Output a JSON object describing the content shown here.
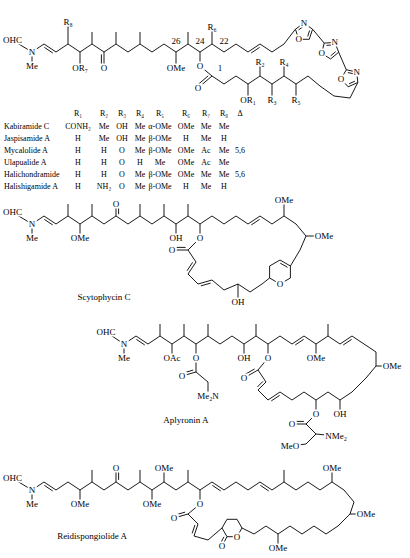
{
  "diagram": {
    "labels": [
      "OHC",
      "N",
      "Me",
      "R₈",
      "OR₇",
      "O",
      "26",
      "OMe",
      "24",
      "22",
      "R₆",
      "O",
      "1",
      "O",
      "OR₁",
      "R₂",
      "R₃",
      "R₄",
      "R₅",
      "O",
      "N",
      "O",
      "N",
      "O",
      "N",
      "R₁",
      "R₂",
      "R₃",
      "R₄",
      "R₅",
      "R₆",
      "R₇",
      "R₈",
      "Δ",
      "Kabiramide C",
      "CONH₂",
      "Me",
      "OH",
      "Me",
      "α-OMe",
      "OMe",
      "Me",
      "Me",
      "Jaspisamide A",
      "H",
      "Me",
      "OH",
      "Me",
      "β-OMe",
      "H",
      "Me",
      "H",
      "Mycalolide A",
      "H",
      "H",
      "O",
      "Me",
      "β-OMe",
      "OMe",
      "Ac",
      "Me",
      "5,6",
      "Ulapualide A",
      "H",
      "H",
      "O",
      "H",
      "Me",
      "OMe",
      "Ac",
      "Me",
      "Halichondramide",
      "H",
      "H",
      "O",
      "Me",
      "β-OMe",
      "OMe",
      "Me",
      "Me",
      "5,6",
      "Halishigamide A",
      "H",
      "NH₂",
      "O",
      "Me",
      "β-OMe",
      "H",
      "Me",
      "H",
      "OHC",
      "N",
      "Me",
      "OMe",
      "O",
      "OH",
      "O",
      "O",
      "OMe",
      "OMe",
      "O",
      "OH",
      "Scytophycin C",
      "OHC",
      "N",
      "Me",
      "OAc",
      "O",
      "O",
      "Me₂N",
      "OH",
      "O",
      "O",
      "OMe",
      "OMe",
      "OH",
      "O",
      "O",
      "NMe₂",
      "MeO",
      "Aplyronin A",
      "OHC",
      "N",
      "Me",
      "OMe",
      "O",
      "OMe",
      "OMe",
      "O",
      "O",
      "OMe",
      "OMe",
      "OMe",
      "O",
      "O",
      "Reidispongiolide A"
    ]
  }
}
